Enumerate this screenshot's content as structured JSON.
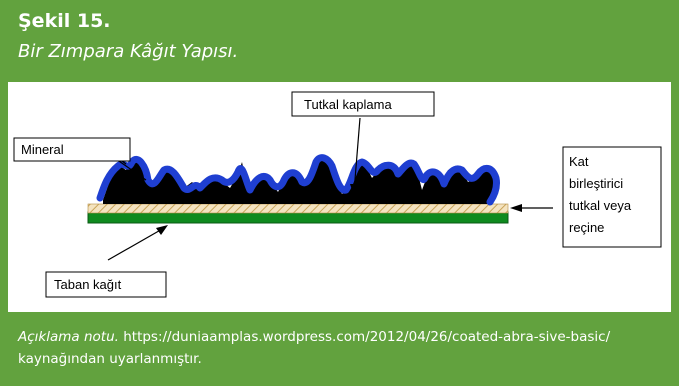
{
  "header": {
    "title": "Şekil 15.",
    "subtitle": "Bir Zımpara Kâğıt Yapısı."
  },
  "diagram": {
    "labels": {
      "mineral": "Mineral",
      "glue_coating": "Tutkal kaplama",
      "backing_paper": "Taban kağıt",
      "bond_line1": "Kat",
      "bond_line2": "birleştirici",
      "bond_line3": "tutkal veya",
      "bond_line4": "reçine"
    },
    "colors": {
      "frame": "#62a23e",
      "backing": "#0f8a1e",
      "hatch_bg": "#f4e3c0",
      "hatch_line": "#c9a55a",
      "mineral": "#000000",
      "glue": "#1f3fd1"
    }
  },
  "footer": {
    "note_label": "Açıklama notu.",
    "note_text": " https://duniaamplas.wordpress.com/2012/04/26/coated-abra-sive-basic/ kaynağından uyarlanmıştır."
  }
}
